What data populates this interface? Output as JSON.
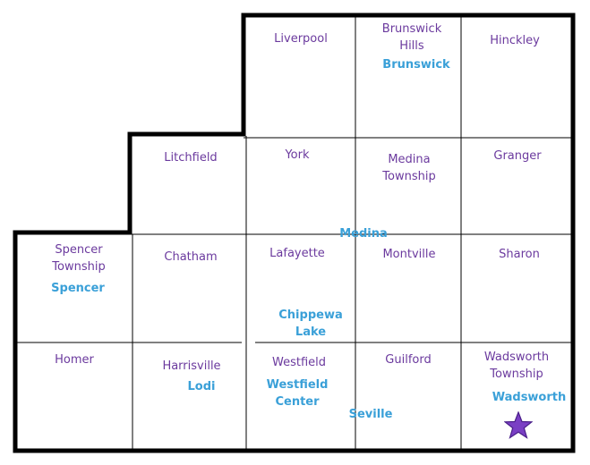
{
  "colors": {
    "township_text": "#6b3a9e",
    "village_text": "#3aa0d8",
    "grid_line": "#000000",
    "star_fill": "#7a3fc4"
  },
  "townships": {
    "liverpool": "Liverpool",
    "brunswick_hills": "Brunswick\nHills",
    "hinckley": "Hinckley",
    "litchfield": "Litchfield",
    "york": "York",
    "medina_township": "Medina\nTownship",
    "granger": "Granger",
    "spencer_township": "Spencer\nTownship",
    "chatham": "Chatham",
    "lafayette": "Lafayette",
    "montville": "Montville",
    "sharon": "Sharon",
    "homer": "Homer",
    "harrisville": "Harrisville",
    "westfield": "Westfield",
    "guilford": "Guilford",
    "wadsworth_township": "Wadsworth\nTownship"
  },
  "places": {
    "brunswick": "Brunswick",
    "medina": "Medina",
    "spencer": "Spencer",
    "chippewa_lake": "Chippewa\nLake",
    "lodi": "Lodi",
    "westfield_center": "Westfield\nCenter",
    "seville": "Seville",
    "wadsworth": "Wadsworth"
  },
  "marker": "star-icon"
}
